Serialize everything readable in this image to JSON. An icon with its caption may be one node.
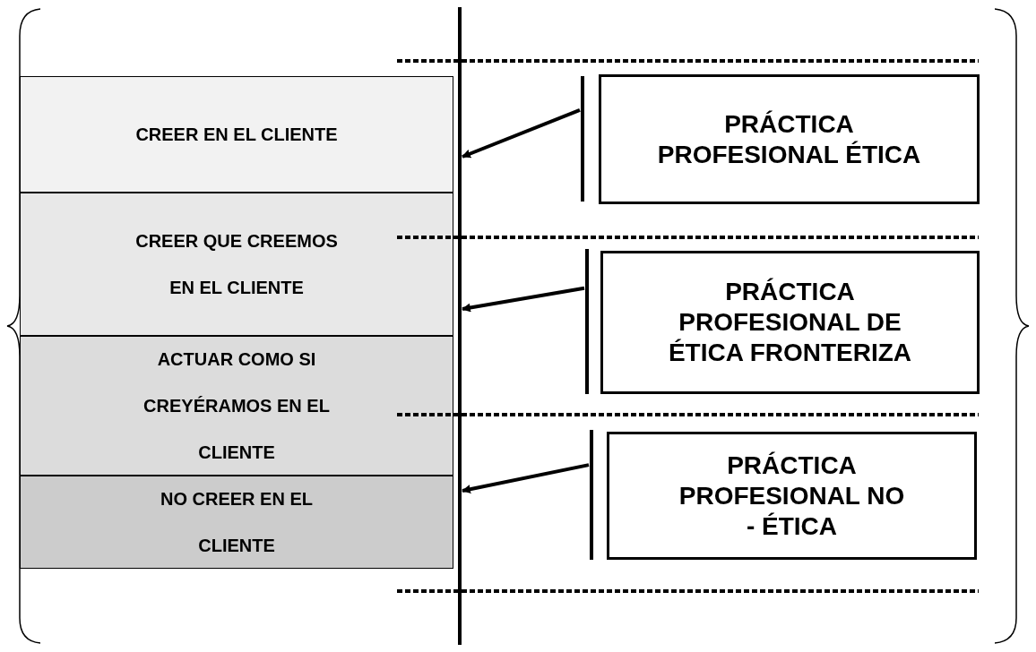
{
  "diagram": {
    "nodes": [
      {
        "text": [
          "CREER EN EL CLIENTE"
        ]
      },
      {
        "text": [
          "CREER QUE CREEMOS EN EL CLIENTE"
        ]
      },
      {
        "text": [
          "ACTUAR COMO SI CREYÉRAMOS EN EL CLIENTE"
        ]
      },
      {
        "text": [
          "NO CREER EN EL CLIENTE"
        ]
      },
      {
        "text": [
          "PRÁCTICA PROFESIONAL ÉTICA"
        ]
      },
      {
        "text": [
          "PRÁCTICA PROFESIONAL DE ÉTICA FRONTERIZA"
        ]
      },
      {
        "text": [
          "PRÁCTICA PROFESIONAL NO - ÉTICA"
        ]
      }
    ],
    "edges": [
      {
        "from": 4,
        "to": 0,
        "arrow": "to"
      },
      {
        "from": 5,
        "to": 1,
        "arrow": "to"
      },
      {
        "from": 6,
        "to": 3,
        "arrow": "to"
      }
    ]
  }
}
